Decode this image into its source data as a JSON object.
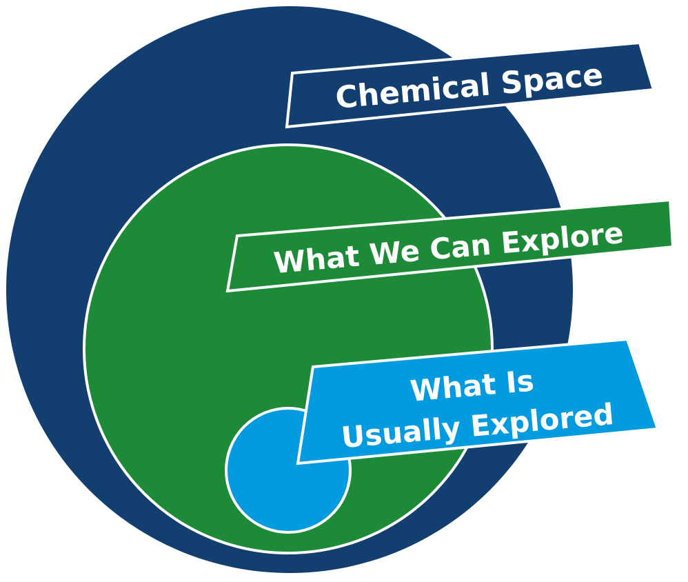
{
  "colors": {
    "background": "#ffffff",
    "outline": "#ffffff",
    "chemical_space": "#133f70",
    "explorable": "#1c8a36",
    "usually_explored": "#039be0"
  },
  "labels": {
    "chemical_space": "Chemical Space",
    "explorable": "What We Can Explore",
    "usually_explored_line1": "What Is",
    "usually_explored_line2": "Usually Explored"
  }
}
